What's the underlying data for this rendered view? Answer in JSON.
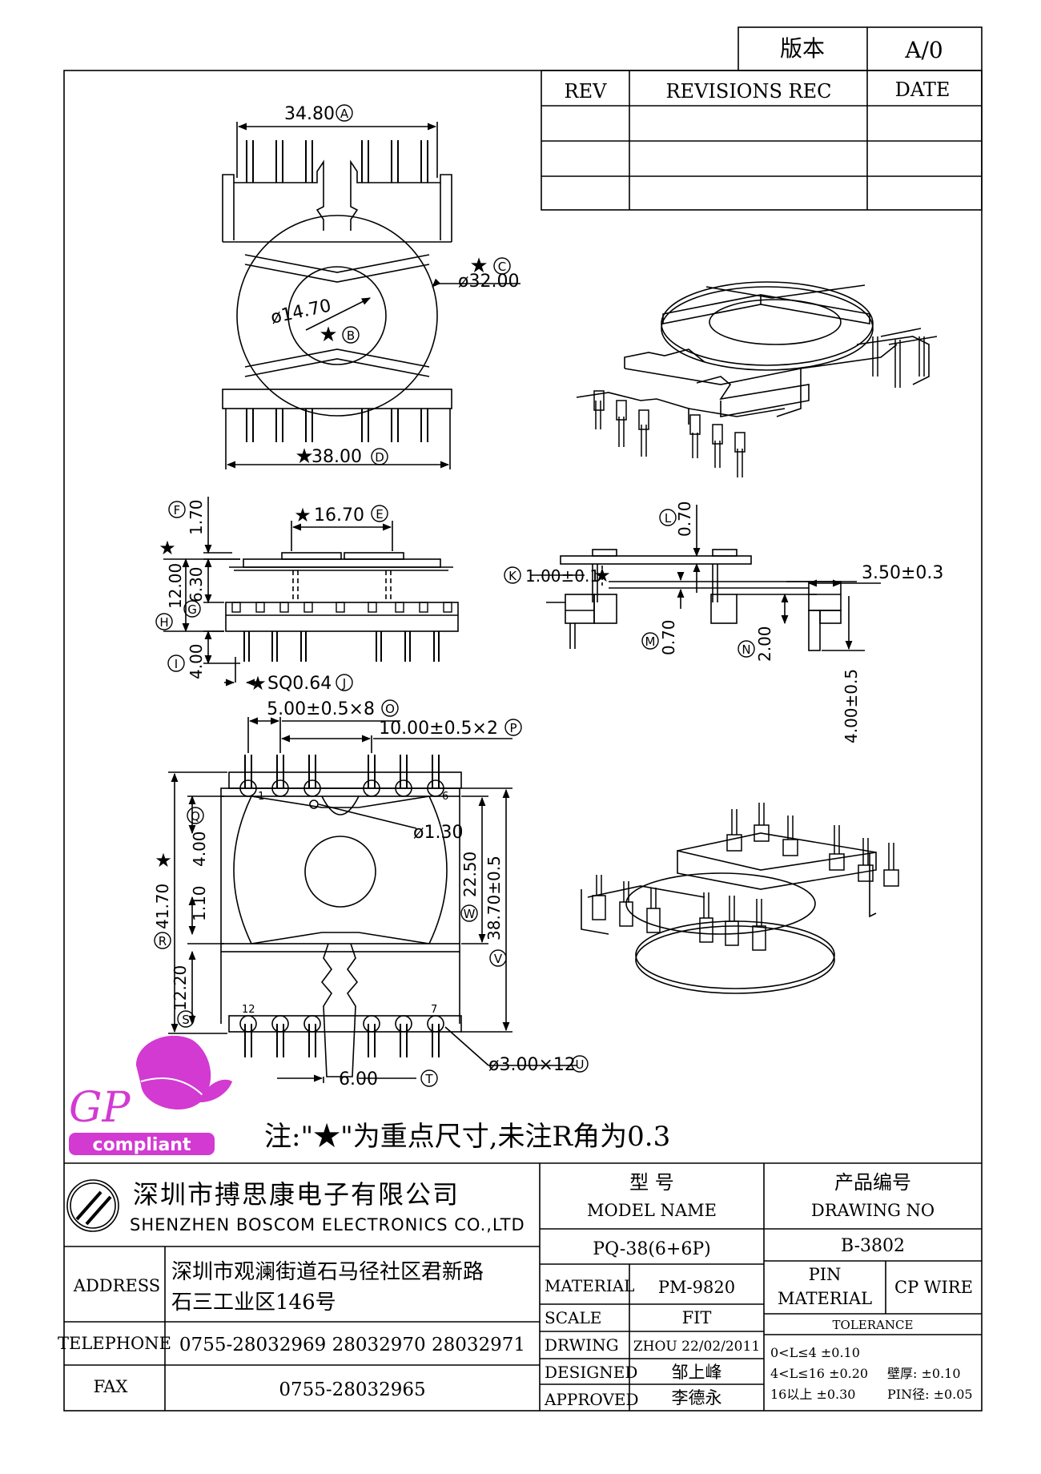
{
  "version": {
    "label": "版本",
    "value": "A/0"
  },
  "revisions": {
    "rev": "REV",
    "rec": "REVISIONS REC",
    "date": "DATE"
  },
  "dims": {
    "a": "34.80",
    "a_tag": "A",
    "c": "ø32.00",
    "c_tag": "C",
    "b": "ø14.70",
    "b_tag": "B",
    "d": "38.00",
    "d_tag": "D",
    "e": "16.70",
    "e_tag": "E",
    "f": "1.70",
    "f_tag": "F",
    "g": "6.30",
    "g_tag": "G",
    "h": "12.00",
    "h_tag": "H",
    "i": "4.00",
    "i_tag": "I",
    "j": "SQ0.64",
    "j_tag": "J",
    "k": "1.00±0.1",
    "k_tag": "K",
    "l": "0.70",
    "l_tag": "L",
    "m": "0.70",
    "m_tag": "M",
    "n": "2.00",
    "n_tag": "N",
    "r35": "3.50±0.3",
    "r40": "4.00±0.5",
    "o": "5.00±0.5×8",
    "o_tag": "O",
    "p": "10.00±0.5×2",
    "p_tag": "P",
    "q": "4.00",
    "q_tag": "Q",
    "hole": "ø1.30",
    "r": "41.70",
    "r_tag": "R",
    "w": "22.50",
    "w_tag": "W",
    "v": "38.70±0.5",
    "v_tag": "V",
    "mid": "1.10",
    "s": "12.20",
    "s_tag": "S",
    "t": "6.00",
    "t_tag": "T",
    "u": "ø3.00×12",
    "u_tag": "U",
    "pin1": "1",
    "pin6": "6",
    "pin7": "7",
    "pin12": "12"
  },
  "star": "★",
  "logo": {
    "gp": "GP",
    "compliant": "compliant"
  },
  "note": "注:\"★\"为重点尺寸,未注R角为0.3",
  "company": {
    "cn": "深圳市搏思康电子有限公司",
    "en": "SHENZHEN BOSCOM ELECTRONICS CO.,LTD"
  },
  "address": {
    "label": "ADDRESS",
    "line1": "深圳市观澜街道石马径社区君新路",
    "line2": "石三工业区146号"
  },
  "telephone": {
    "label": "TELEPHONE",
    "value": "0755-28032969 28032970 28032971"
  },
  "fax": {
    "label": "FAX",
    "value": "0755-28032965"
  },
  "model": {
    "label_cn": "型    号",
    "label_en": "MODEL NAME",
    "value": "PQ-38(6+6P)"
  },
  "drawing": {
    "label_cn": "产品编号",
    "label_en": "DRAWING NO",
    "value": "B-3802"
  },
  "material": {
    "label": "MATERIAL",
    "value": "PM-9820"
  },
  "scale": {
    "label": "SCALE",
    "value": "FIT"
  },
  "drwing": {
    "label": "DRWING",
    "value": "ZHOU 22/02/2011"
  },
  "designed": {
    "label": "DESIGNED",
    "value": "邹上峰"
  },
  "approved": {
    "label": "APPROVED",
    "value": "李德永"
  },
  "pin": {
    "label1": "PIN",
    "label2": "MATERIAL",
    "value": "CP WIRE"
  },
  "tolerance": {
    "label": "TOLERANCE",
    "r1": "0<L≤4  ±0.10",
    "r2": "4<L≤16  ±0.20",
    "r3": "16以上   ±0.30",
    "wall": "壁厚:  ±0.10",
    "pind": "PIN径: ±0.05"
  },
  "colors": {
    "logo": "#d23ad2"
  }
}
